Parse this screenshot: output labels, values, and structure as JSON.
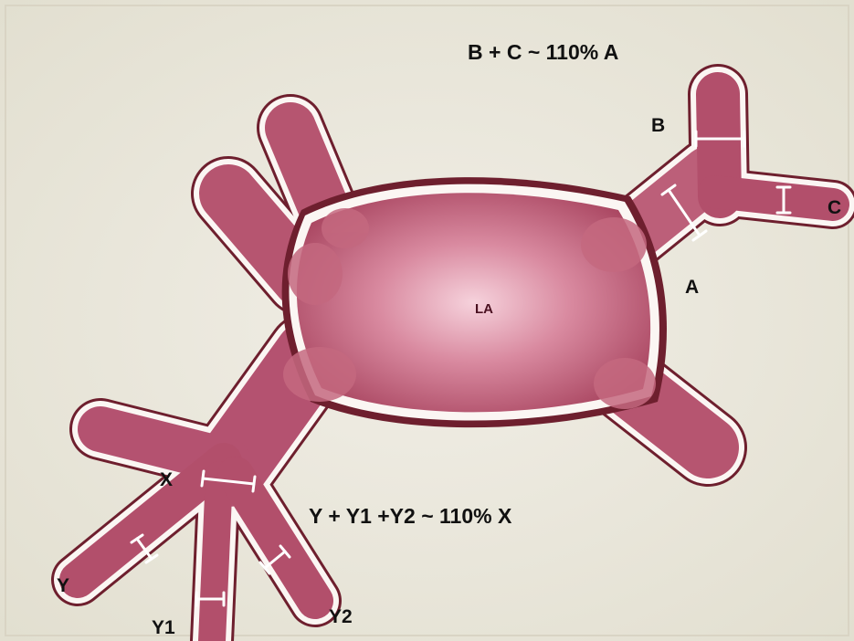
{
  "labels": {
    "formula_top": "B + C ~ 110% A",
    "formula_bottom": "Y + Y1 +Y2 ~ 110% X",
    "la": "LA",
    "a": "A",
    "b": "B",
    "c": "C",
    "x": "X",
    "y": "Y",
    "y1": "Y1",
    "y2": "Y2"
  },
  "colors": {
    "tissue_dark": "#a84a66",
    "tissue_light": "#f2c3d0",
    "vessel": "#b45673",
    "outline": "#6e1f2e",
    "wall": "#fbf6f3",
    "paper": "#ece8dc",
    "caliper": "#ffffff"
  }
}
